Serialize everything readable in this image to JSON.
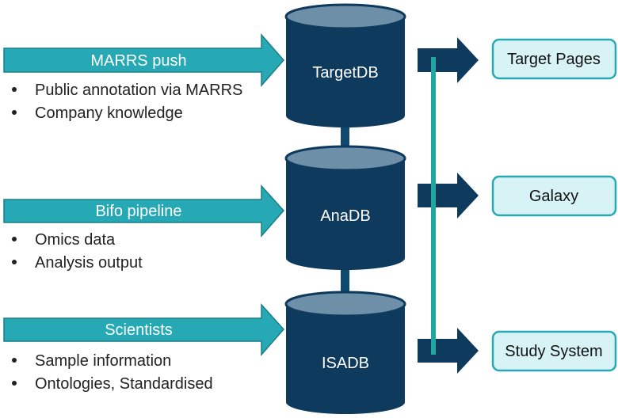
{
  "inputs": [
    {
      "label": "MARRS push",
      "bullets": [
        "Public annotation via MARRS",
        "Company knowledge"
      ]
    },
    {
      "label": "Bifo pipeline",
      "bullets": [
        "Omics data",
        "Analysis output"
      ]
    },
    {
      "label": "Scientists",
      "bullets": [
        "Sample information",
        "Ontologies, Standardised"
      ]
    }
  ],
  "databases": [
    {
      "label": "TargetDB"
    },
    {
      "label": "AnaDB"
    },
    {
      "label": "ISADB"
    }
  ],
  "outputs": [
    {
      "label": "Target Pages"
    },
    {
      "label": "Galaxy"
    },
    {
      "label": "Study System"
    }
  ],
  "colors": {
    "input_arrow_fill": "#26a9b5",
    "input_arrow_stroke": "#1a7f88",
    "database_body": "#0e3a5e",
    "database_top": "#6e8fa8",
    "connector": "#10496e",
    "output_arrow_fill": "#0e3a5e",
    "trunk_line": "#22a6a0",
    "output_box_fill": "#d8f3f6",
    "output_box_stroke": "#26a9b5"
  }
}
